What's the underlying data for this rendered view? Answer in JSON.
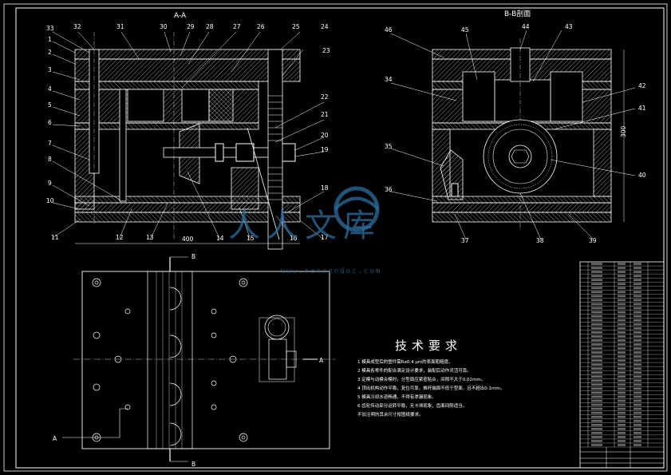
{
  "views": {
    "section_aa": {
      "title": "A-A",
      "width_dim": "400"
    },
    "section_bb": {
      "title": "B-B剖面",
      "height_dim": "300"
    },
    "plan": {
      "label_b_top": "B",
      "label_b_bottom": "B",
      "label_a_left": "A",
      "label_a_right": "A"
    }
  },
  "part_labels_aa": {
    "left": [
      "33",
      "1",
      "2",
      "3",
      "4",
      "5",
      "6",
      "7",
      "8",
      "9",
      "10",
      "11"
    ],
    "top": [
      "32",
      "31",
      "30",
      "29",
      "28",
      "27",
      "26",
      "25",
      "24",
      "23"
    ],
    "right": [
      "22",
      "21",
      "20",
      "19",
      "18"
    ],
    "bottom": [
      "12",
      "13",
      "14",
      "15",
      "16",
      "17"
    ]
  },
  "part_labels_bb": {
    "top": [
      "46",
      "45",
      "44",
      "43"
    ],
    "left": [
      "34",
      "35",
      "36"
    ],
    "right": [
      "42",
      "41",
      "40"
    ],
    "bottom": [
      "37",
      "38",
      "39"
    ]
  },
  "requirements": {
    "heading": "技术要求",
    "items": [
      "1  模具成型后的塑件需Ra0.4 μm的表面粗糙度。",
      "2  模具各零件的配合满足设计要求，装配后动作灵活可靠。",
      "3  定模与动模合模时，分型面应紧密贴合，间隙不大于0.02mm。",
      "4  顶出机构动作平稳，复位可靠，推杆端面不低于型面，且不超出0.1mm。",
      "5  模具冷却水道畅通，不得有渗漏现象。",
      "6  齿轮传动部分运转平稳，无卡滞现象，齿面间隙适当。",
      "不加注明的其余尺寸按图纸要求。"
    ]
  },
  "watermark": {
    "brand": "人人文库",
    "url": "www.renrendoc.com"
  }
}
